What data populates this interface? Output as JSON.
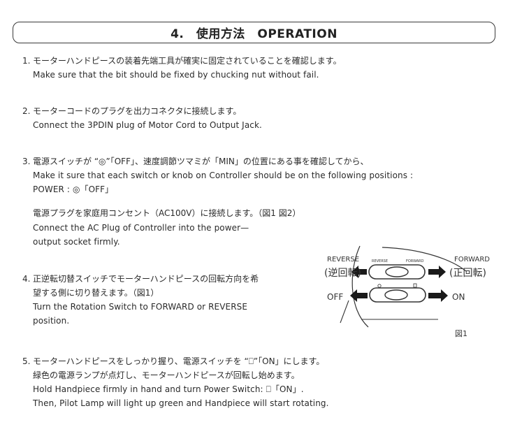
{
  "header": {
    "title": "4.　使用方法　OPERATION"
  },
  "steps": [
    {
      "number": "1.",
      "lines": [
        "モーターハンドピースの装着先端工具が確実に固定されていることを確認します。",
        "Make sure that the bit should be fixed by chucking nut without fail."
      ]
    },
    {
      "number": "2.",
      "lines": [
        "モーターコードのプラグを出力コネクタに接続します。",
        "Connect the 3PDIN plug of Motor Cord to Output Jack."
      ]
    },
    {
      "number": "3.",
      "lines": [
        "電源スイッチが “◎”「OFF」、速度調節ツマミが「MIN」の位置にある事を確認してから、",
        "Make it sure that each switch or knob on Controller should be on the following positions :",
        "POWER : ◎「OFF」",
        "電源プラグを家庭用コンセント（AC100V）に接続します。（図1 図2）",
        "Connect the AC Plug of Controller into the power—",
        "output socket firmly."
      ]
    },
    {
      "number": "4.",
      "lines": [
        "正逆転切替スイッチでモーターハンドピースの回転方向を希",
        "望する側に切り替えます。（図1）",
        "Turn the Rotation Switch to FORWARD or REVERSE",
        "position."
      ]
    },
    {
      "number": "5.",
      "lines": [
        "モーターハンドピースをしっかり握り、電源スイッチを “⎕”「ON」にします。",
        "緑色の電源ランプが点灯し、モーターハンドピースが回転し始めます。",
        "Hold Handpiece firmly in hand and turn Power Switch: ⎕「ON」.",
        "Then, Pilot Lamp will light up green and Handpiece will start rotating."
      ]
    }
  ],
  "figure": {
    "reverse_label": "REVERSE",
    "reverse_jp": "(逆回転)",
    "forward_label": "FORWARD",
    "forward_jp": "(正回転)",
    "off_label": "OFF",
    "on_label": "ON",
    "switch_reverse_text": "REVERSE",
    "switch_forward_text": "FORWARD",
    "caption": "図1"
  }
}
